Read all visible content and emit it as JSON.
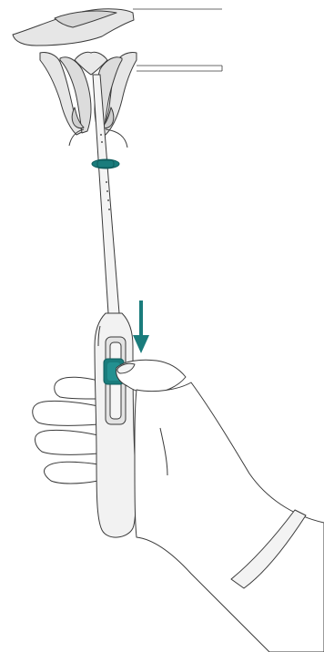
{
  "colors": {
    "outline": "#3a3a3a",
    "fill_light": "#ececec",
    "fill_mid": "#d9d9d9",
    "accent": "#1a7c7c",
    "accent_dark": "#0f5c5c",
    "background": "#ffffff"
  },
  "elements": {
    "anatomy": "uterus-cross-section-illustration",
    "device": "catheter-with-cervical-stop",
    "handle": "plunger-handle",
    "slider": "slider-button",
    "arrow": "push-down-arrow-icon",
    "hand": "gloved-hand-illustration"
  }
}
